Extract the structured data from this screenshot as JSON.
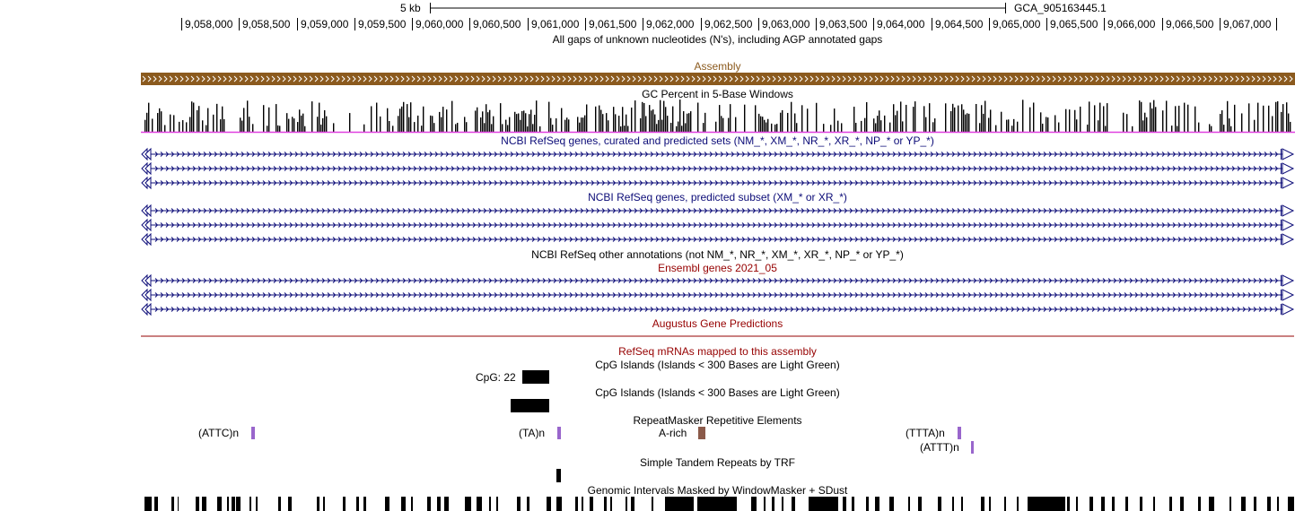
{
  "ruler": {
    "scale_label": "5 kb",
    "assembly_label": "GCA_905163445.1",
    "ticks": [
      "9,058,000",
      "9,058,500",
      "9,059,000",
      "9,059,500",
      "9,060,000",
      "9,060,500",
      "9,061,000",
      "9,061,500",
      "9,062,000",
      "9,062,500",
      "9,063,000",
      "9,063,500",
      "9,064,000",
      "9,064,500",
      "9,065,000",
      "9,065,500",
      "9,066,000",
      "9,066,500",
      "9,067,000"
    ]
  },
  "tracks": {
    "gap": {
      "title": "All gaps of unknown nucleotides (N's), including AGP annotated gaps"
    },
    "assembly": {
      "title": "Assembly",
      "color": "#8b5a1e"
    },
    "gc": {
      "title": "GC Percent in 5-Base Windows"
    },
    "ncbi_all": {
      "title": "NCBI RefSeq genes, curated and predicted sets (NM_*, XM_*, NR_*, XR_*, NP_* or YP_*)",
      "color": "#0c0c78"
    },
    "ncbi_pred": {
      "title": "NCBI RefSeq genes, predicted subset (XM_* or XR_*)",
      "color": "#0c0c78"
    },
    "ncbi_other": {
      "title": "NCBI RefSeq other annotations (not NM_*, NR_*, XM_*, XR_*, NP_* or YP_*)"
    },
    "ensembl": {
      "title": "Ensembl genes 2021_05",
      "color": "#960000"
    },
    "augustus": {
      "title": "Augustus Gene Predictions",
      "color": "#960000"
    },
    "refseq_mrna": {
      "title": "RefSeq mRNAs mapped to this assembly",
      "color": "#960000"
    },
    "cpg1": {
      "title": "CpG Islands (Islands < 300 Bases are Light Green)",
      "feature_label": "CpG: 22"
    },
    "cpg2": {
      "title": "CpG Islands (Islands < 300 Bases are Light Green)"
    },
    "rmsk": {
      "title": "RepeatMasker Repetitive Elements",
      "items": [
        "(ATTC)n",
        "(TA)n",
        "A-rich",
        "(TTTA)n",
        "(ATTT)n"
      ]
    },
    "trf": {
      "title": "Simple Tandem Repeats by TRF"
    },
    "wm": {
      "title": "Genomic Intervals Masked by WindowMasker + SDust"
    }
  }
}
